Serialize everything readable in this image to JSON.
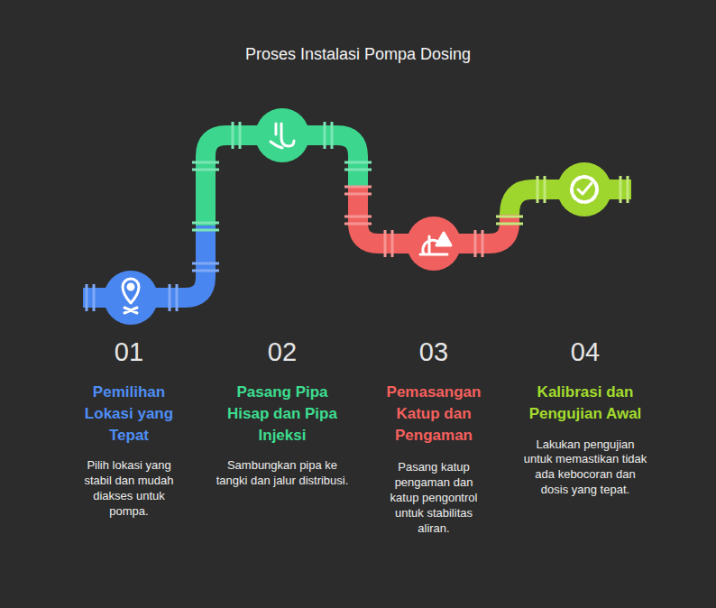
{
  "diagram": {
    "title": "Proses Instalasi Pompa Dosing",
    "labels": [
      "01",
      "Pemilihan Lokasi yang Tepat",
      "Pilih lokasi yang stabil dan mudah diakses untuk pompa.",
      "02",
      "Pasang Pipa Hisap dan Pipa Injeksi",
      "Sambungkan pipa ke tangki dan jalur distribusi.",
      "03",
      "Pemasangan Katup dan Pengaman",
      "Pasang katup pengaman dan katup pengontrol untuk stabilitas aliran.",
      "04",
      "Kalibrasi dan Pengujian Awal",
      "Lakukan pengujian untuk memastikan tidak ada kebocoran dan dosis yang tepat."
    ]
  }
}
